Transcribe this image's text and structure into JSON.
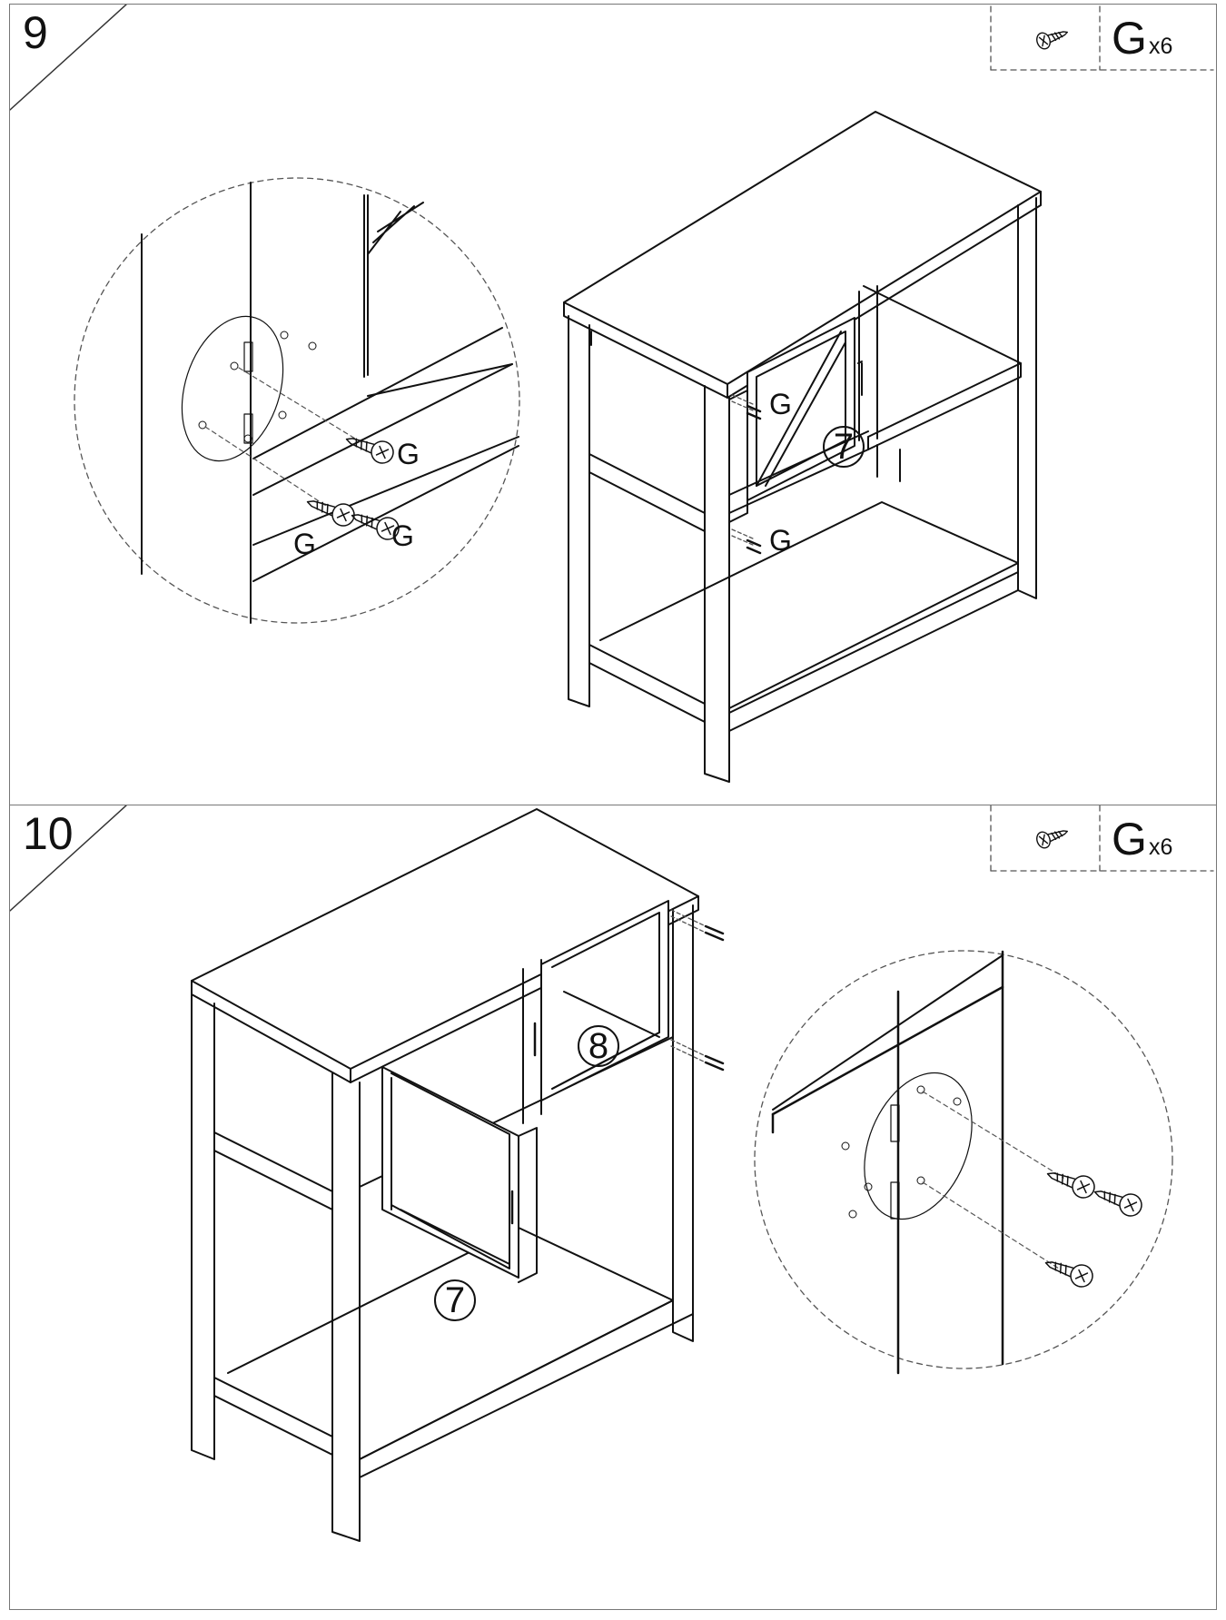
{
  "steps": [
    {
      "number": "9",
      "part": {
        "icon": "screw-icon",
        "letter": "G",
        "quantity": "x6"
      },
      "detail_labels": [
        "G",
        "G",
        "G"
      ],
      "cabinet_labels": {
        "upper_screw": "G",
        "lower_screw": "G",
        "door_part": "7"
      }
    },
    {
      "number": "10",
      "part": {
        "icon": "screw-icon",
        "letter": "G",
        "quantity": "x6"
      },
      "part_labels": {
        "right_door": "8",
        "left_door": "7"
      }
    }
  ],
  "colors": {
    "line": "#111111",
    "frame": "#777777",
    "dashed": "#555555",
    "background": "#ffffff"
  }
}
